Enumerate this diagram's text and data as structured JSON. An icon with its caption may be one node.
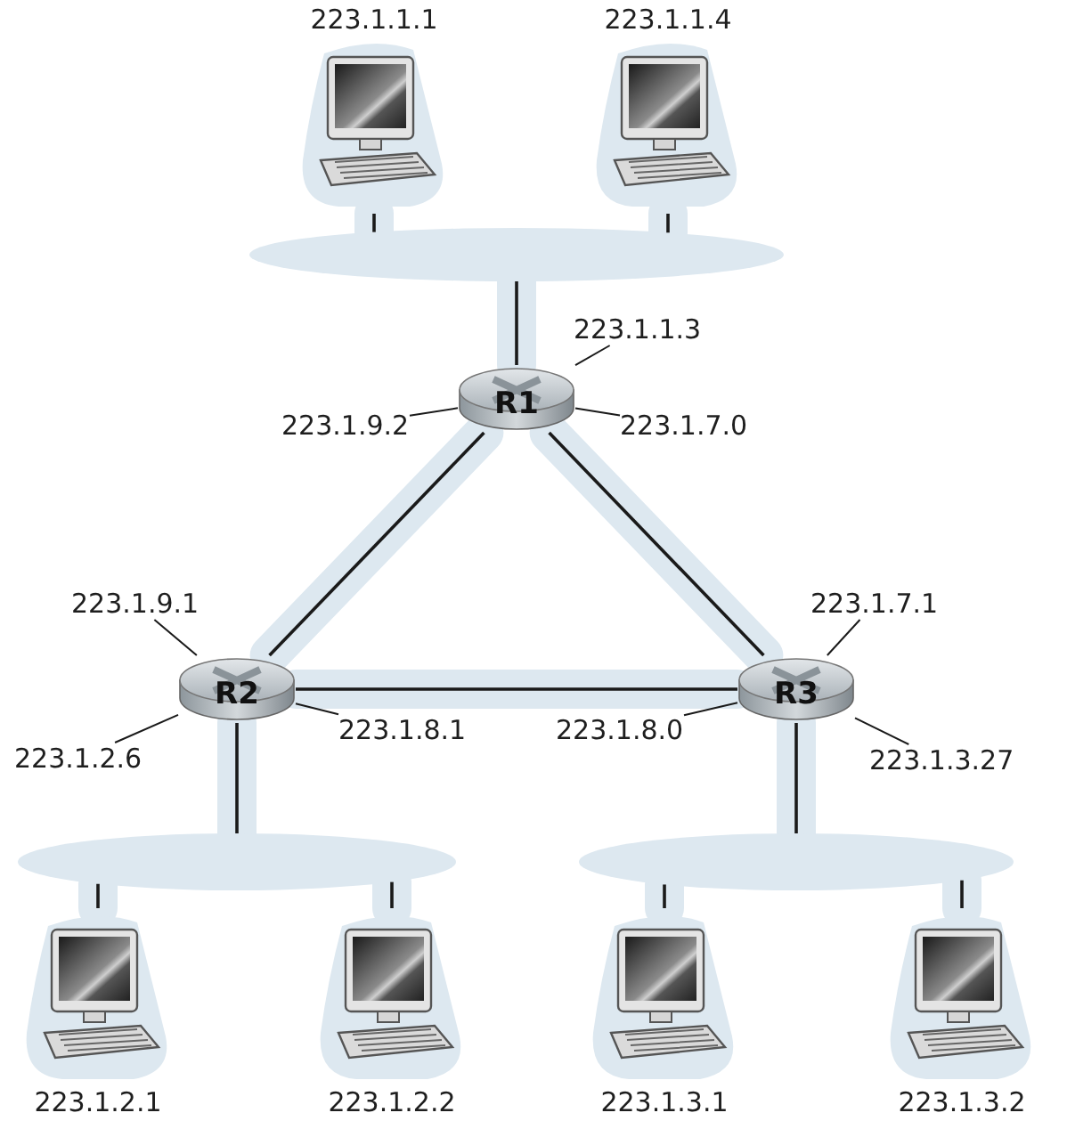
{
  "diagram": {
    "nodes": [
      {
        "text": [
          "223.1.1.1"
        ]
      },
      {
        "text": [
          "223.1.1.4"
        ]
      },
      {
        "text": [],
        "shape": "ellipse"
      },
      {
        "text": [
          "223.1.1.3"
        ]
      },
      {
        "text": [
          "R1"
        ]
      },
      {
        "text": [
          "223.1.9.2"
        ]
      },
      {
        "text": [
          "223.1.7.0"
        ]
      },
      {
        "text": [
          "223.1.9.1"
        ]
      },
      {
        "text": [
          "223.1.7.1"
        ]
      },
      {
        "text": [
          "R2"
        ]
      },
      {
        "text": [
          "R3"
        ]
      },
      {
        "text": [
          "223.1.2.6"
        ]
      },
      {
        "text": [
          "223.1.8.1"
        ]
      },
      {
        "text": [
          "223.1.8.0"
        ]
      },
      {
        "text": [
          "223.1.3.27"
        ]
      },
      {
        "text": [],
        "shape": "ellipse"
      },
      {
        "text": [],
        "shape": "ellipse"
      },
      {
        "text": [
          "223.1.2.1"
        ]
      },
      {
        "text": [
          "223.1.2.2"
        ]
      },
      {
        "text": [
          "223.1.3.1"
        ]
      },
      {
        "text": [
          "223.1.3.2"
        ]
      }
    ],
    "edges": [
      {
        "from": 0,
        "to": 2,
        "arrow": "none"
      },
      {
        "from": 1,
        "to": 2,
        "arrow": "none"
      },
      {
        "from": 2,
        "to": 4,
        "arrow": "none"
      },
      {
        "from": 4,
        "to": 9,
        "arrow": "none"
      },
      {
        "from": 4,
        "to": 10,
        "arrow": "none"
      },
      {
        "from": 9,
        "to": 10,
        "arrow": "none"
      },
      {
        "from": 9,
        "to": 15,
        "arrow": "none"
      },
      {
        "from": 10,
        "to": 16,
        "arrow": "none"
      },
      {
        "from": 15,
        "to": 17,
        "arrow": "none"
      },
      {
        "from": 15,
        "to": 18,
        "arrow": "none"
      },
      {
        "from": 16,
        "to": 19,
        "arrow": "none"
      },
      {
        "from": 16,
        "to": 20,
        "arrow": "none"
      },
      {
        "from": 3,
        "to": 4,
        "arrow": "none"
      },
      {
        "from": 5,
        "to": 4,
        "arrow": "none"
      },
      {
        "from": 6,
        "to": 4,
        "arrow": "none"
      },
      {
        "from": 7,
        "to": 9,
        "arrow": "none"
      },
      {
        "from": 8,
        "to": 10,
        "arrow": "none"
      },
      {
        "from": 11,
        "to": 9,
        "arrow": "none"
      },
      {
        "from": 12,
        "to": 9,
        "arrow": "none"
      },
      {
        "from": 13,
        "to": 10,
        "arrow": "none"
      },
      {
        "from": 14,
        "to": 10,
        "arrow": "none"
      }
    ]
  }
}
